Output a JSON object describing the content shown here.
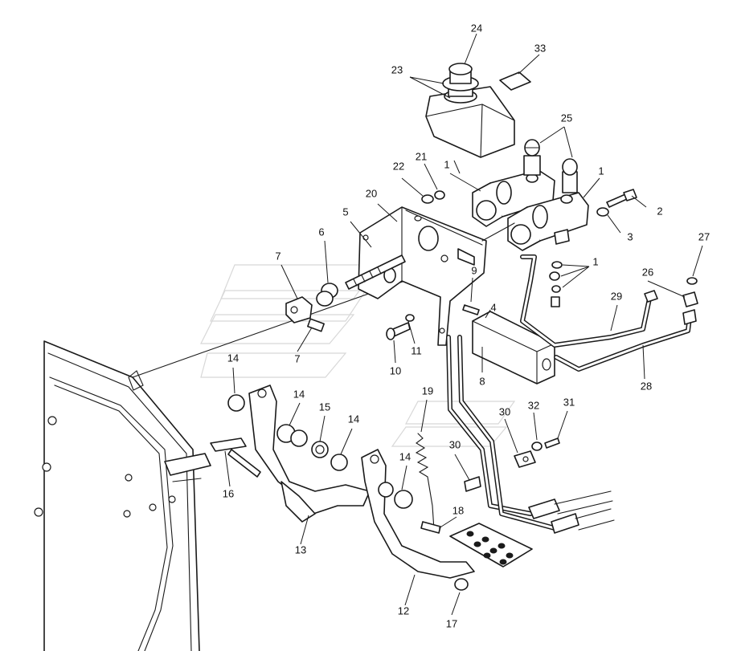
{
  "diagram": {
    "callout_numbers": [
      "1",
      "2",
      "3",
      "4",
      "5",
      "6",
      "7",
      "8",
      "9",
      "10",
      "11",
      "12",
      "13",
      "14",
      "15",
      "16",
      "17",
      "18",
      "19",
      "20",
      "21",
      "22",
      "23",
      "24",
      "25",
      "26",
      "27",
      "28",
      "29",
      "30",
      "31",
      "32",
      "33"
    ]
  }
}
